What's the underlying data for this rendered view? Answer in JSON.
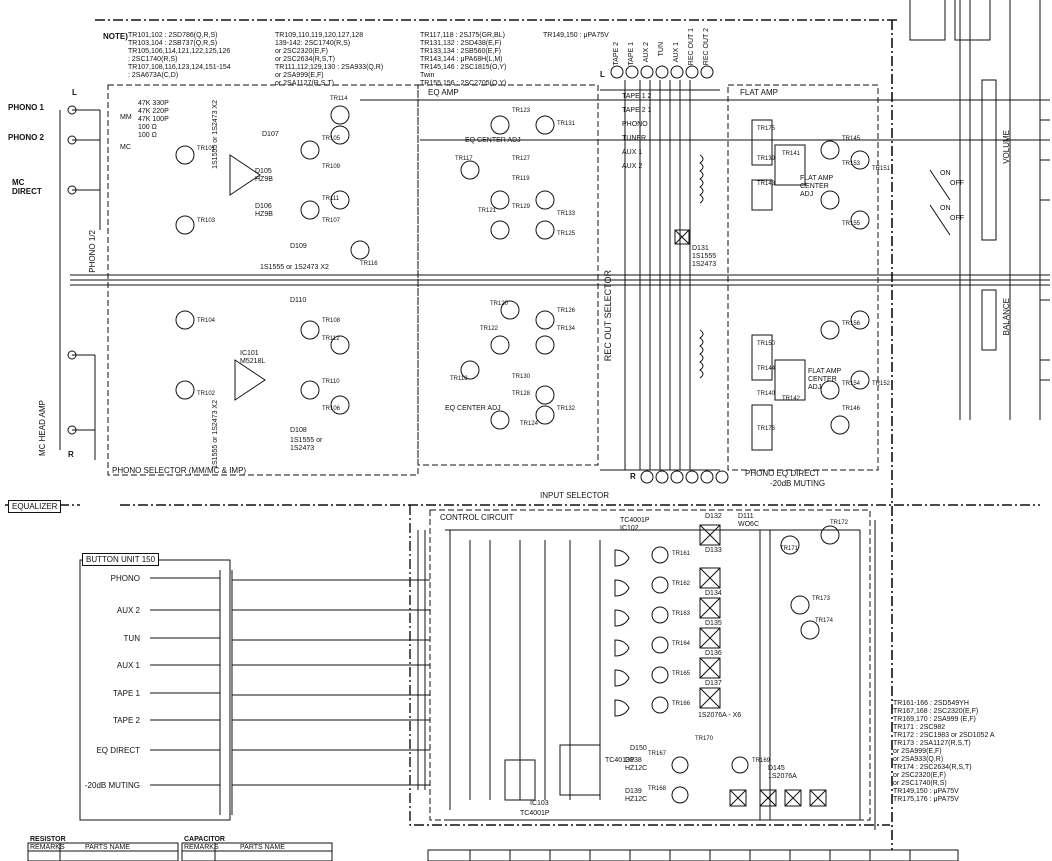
{
  "notes": {
    "heading": "NOTE)",
    "col1": [
      "TR101,102 : 2SD786(Q,R,S)",
      "TR103,104 : 2SB737(Q,R,S)",
      "TR105,106,114,121,122,125,126",
      "            : 2SC1740(R,S)",
      "TR107,108,116,123,124,151-154",
      "            : 2SA673A(C,D)"
    ],
    "col2": [
      "TR109,110,119,120,127,128",
      "139-142: 2SC1740(R,S)",
      "or 2SC2320(E,F)",
      "or 2SC2634(R,S,T)",
      "TR111,112,129,130 : 2SA933(Q,R)",
      "or 2SA999(E,F)",
      "or 2SA1127(R,S,T)"
    ],
    "col3": [
      "TR117,118 : 2SJ75(GR,BL)",
      "TR131,132 : 2SD438(E,F)",
      "TR133,134 : 2SB560(E,F)",
      "TR143,144 : μPA68H(L,M)",
      "TR145,146 : 2SC1815(O,Y)",
      "Twin",
      "TR155,156 : 2SC2705(O,Y)"
    ],
    "col4": "TR149,150 : μPA75V"
  },
  "left_inputs": {
    "top_L": "L",
    "phono1": "PHONO 1",
    "phono2": "PHONO 2",
    "mc_direct": "MC DIRECT",
    "phono12": "PHONO 1/2",
    "mc_head_amp": "MC HEAD AMP",
    "bottom_R": "R",
    "mm": "MM",
    "mc": "MC",
    "load_res": [
      "47K 330P",
      "47K 220P",
      "47K 100P",
      "100 Ω",
      "100 Ω"
    ]
  },
  "blocks": {
    "eq_amp": "EQ AMP",
    "flat_amp": "FLAT AMP",
    "equalizer": "EQUALIZER",
    "phono_selector": "PHONO SELECTOR (MM/MC & IMP)",
    "input_selector": "INPUT SELECTOR",
    "control_circuit": "CONTROL CIRCUIT",
    "rec_out_selector": "REC OUT SELECTOR",
    "volume": "VOLUME",
    "balance": "BALANCE",
    "phono_eq_direct": "PHONO    EQ DIRECT",
    "muting": "-20dB MUTING",
    "eq_center_adj": "EQ CENTER ADJ",
    "flat_amp_center_adj": "FLAT AMP CENTER ADJ"
  },
  "ic_labels": {
    "ic101": "IC101 M5218L",
    "ic102": "TC4001P IC102",
    "ic103": "IC103",
    "ic103b": "TC4001P",
    "ic104": "TC4013P"
  },
  "top_jacks": {
    "L": "L",
    "R": "R",
    "labels": [
      "TAPE 2",
      "TAPE 1",
      "AUX 2",
      "TUN",
      "AUX 1",
      "REC OUT 1",
      "REC OUT 2"
    ]
  },
  "selector_labels": [
    "TAPE 1 2",
    "TAPE 2 1",
    "PHONO",
    "TUNER",
    "AUX 1",
    "AUX 2"
  ],
  "button_unit": {
    "title": "BUTTON UNIT 150",
    "buttons": [
      "PHONO",
      "AUX 2",
      "TUN",
      "AUX 1",
      "TAPE 1",
      "TAPE 2",
      "EQ DIRECT",
      "-20dB MUTING"
    ]
  },
  "transistor_notes": [
    "TR161-166 : 2SD549YH",
    "TR167,168 : 2SC2320(E,F)",
    "TR169,170 : 2SA999 (E,F)",
    "TR171      : 2SC982",
    "TR172      : 2SC1983 or 2SD1052 A",
    "TR173      : 2SA1127(R,S,T)",
    "             or 2SA999(E,F)",
    "             or 2SA933(Q,R)",
    "TR174      : 2SC2634(R,S,T)",
    "             or 2SC2320(E,F)",
    "             or 2SC1740(R,S)",
    "TR149,150 : μPA75V",
    "TR175,176 : μPA75V"
  ],
  "diode_labels": {
    "d107": "D107",
    "d105": "D105 HZ9B",
    "d106": "D106 HZ9B",
    "d109": "D109",
    "d110": "D110",
    "d108": "D108",
    "s1555a": "1S1555 or 1S2473 X2",
    "s1555b": "1S1555 or 1S2473 X2",
    "s1555c": "1S1555 or 1S2473",
    "s1555d": "1S1555 or 1S2473 X2",
    "d131": "D131 1S1555 1S2473",
    "d132": "D132",
    "d133": "D133",
    "d134": "D134",
    "d135": "D135",
    "d136": "D136",
    "d137": "D137",
    "d2076": "1S2076A - X6",
    "d150": "D150",
    "d138": "D138 HZ12C",
    "d139": "D139 HZ12C",
    "d145": "D145 1S2076A",
    "d111": "D111 WO6C"
  },
  "tr_tags": [
    "TR114",
    "TR105",
    "TR109",
    "TR111",
    "TR107",
    "TR101",
    "TR103",
    "TR116",
    "TR108",
    "TR112",
    "TR110",
    "TR106",
    "TR104",
    "TR102",
    "TR123",
    "TR131",
    "TR117",
    "TR119",
    "TR127",
    "TR121",
    "TR129",
    "TR133",
    "TR125",
    "TR120",
    "TR126",
    "TR122",
    "TR134",
    "TR118",
    "TR128",
    "TR130",
    "TR132",
    "TR124",
    "TR175",
    "TR139",
    "TR141",
    "TR143",
    "TR145",
    "TR153",
    "TR151",
    "TR155",
    "TR150",
    "TR156",
    "TR144",
    "TR140",
    "TR142",
    "TR154",
    "TR152",
    "TR146",
    "TR176",
    "TR161",
    "TR162",
    "TR163",
    "TR164",
    "TR165",
    "TR166",
    "TR167",
    "TR168",
    "TR169",
    "TR170",
    "TR171",
    "TR172",
    "TR173",
    "TR174"
  ],
  "legend": {
    "resistor": "RESISTOR",
    "capacitor": "CAPACITOR",
    "remarks": "REMARKS",
    "parts_name": "PARTS NAME"
  },
  "bottom_R_jacks": "R",
  "off_on": [
    "ON",
    "OFF",
    "ON",
    "OFF"
  ]
}
